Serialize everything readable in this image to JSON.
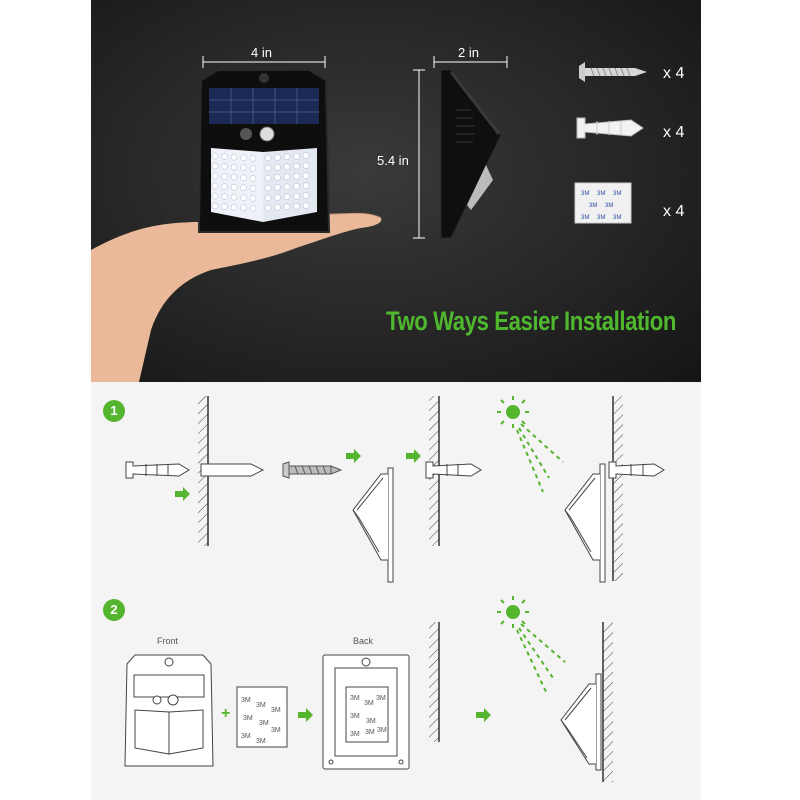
{
  "dimensions": {
    "width": "4 in",
    "depth": "2 in",
    "height": "5.4 in"
  },
  "accessories": [
    {
      "name": "screw-icon",
      "qty": "x 4"
    },
    {
      "name": "wall-anchor-icon",
      "qty": "x 4"
    },
    {
      "name": "adhesive-pad-icon",
      "qty": "x 4"
    }
  ],
  "headline": "Two Ways Easier Installation",
  "steps": [
    {
      "number": "1"
    },
    {
      "number": "2"
    }
  ],
  "labels": {
    "front": "Front",
    "back": "Back",
    "plus": "+",
    "tape": "3M"
  },
  "colors": {
    "accent": "#56b52f",
    "headline": "#4fb82e",
    "sun": "#56b52f",
    "dark_bg": "#242424",
    "light_bg": "#f4f4f4"
  }
}
